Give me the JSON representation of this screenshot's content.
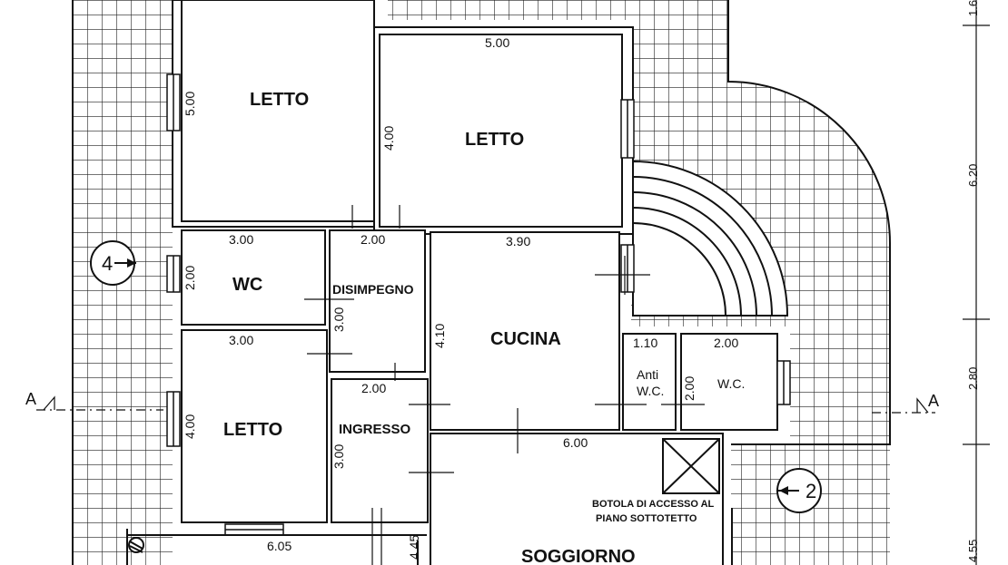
{
  "rooms": {
    "letto_top_left": "LETTO",
    "letto_top_mid": "LETTO",
    "wc": "WC",
    "disimpegno": "DISIMPEGNO",
    "cucina": "CUCINA",
    "anti_wc_1": "Anti",
    "anti_wc_2": "W.C.",
    "wc_right": "W.C.",
    "letto_bottom": "LETTO",
    "ingresso": "INGRESSO",
    "soggiorno": "SOGGIORNO"
  },
  "dimensions": {
    "d_500_v": "5.00",
    "d_500_h": "5.00",
    "d_400_v_top": "4.00",
    "d_300_wc": "3.00",
    "d_200_wc_v": "2.00",
    "d_200_dis": "2.00",
    "d_300_dis_v": "3.00",
    "d_390": "3.90",
    "d_410": "4.10",
    "d_110": "1.10",
    "d_200_wcr": "2.00",
    "d_200_anti_v": "2.00",
    "d_300_letto": "3.00",
    "d_400_letto_v": "4.00",
    "d_200_ing": "2.00",
    "d_300_ing_v": "3.00",
    "d_600": "6.00",
    "d_445": "4.45",
    "d_605": "6.05",
    "side_620": "6.20",
    "side_280": "2.80",
    "side_455": "4.55",
    "side_top": "1.6"
  },
  "notes": {
    "botola_1": "BOTOLA DI ACCESSO AL",
    "botola_2": "PIANO SOTTOTETTO"
  },
  "markers": {
    "section_left": "A",
    "section_right": "A",
    "view_4": "4",
    "view_2": "2"
  }
}
